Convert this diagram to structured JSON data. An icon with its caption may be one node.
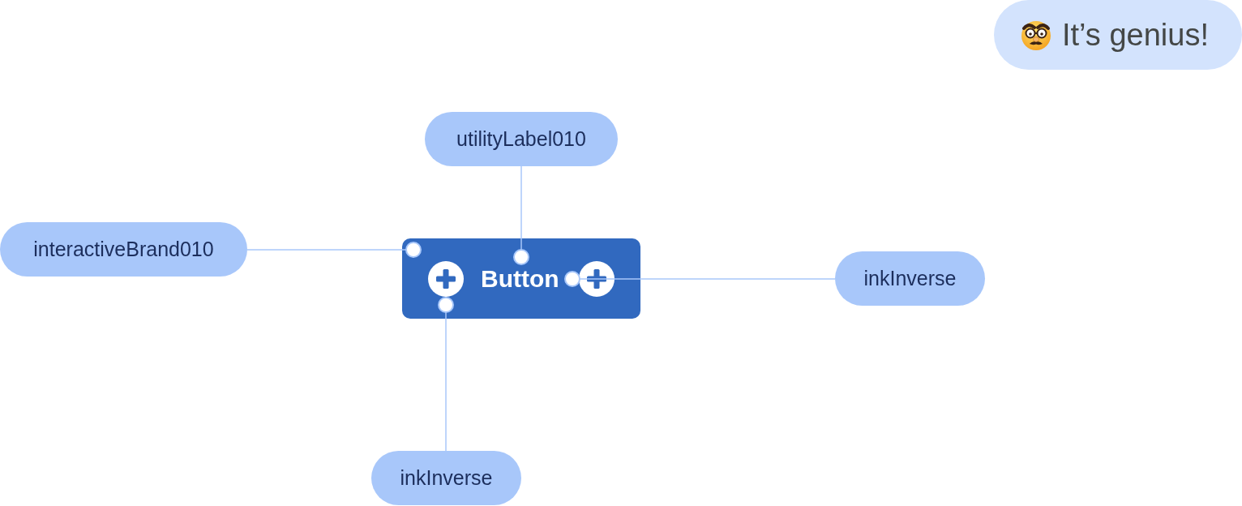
{
  "diagram": {
    "nodes": [
      {
        "text": [
          "It’s genius!"
        ]
      },
      {
        "text": [
          "utilityLabel010"
        ]
      },
      {
        "text": [
          "interactiveBrand010"
        ]
      },
      {
        "text": [
          "Button"
        ]
      },
      {
        "text": [],
        "shape": "circle",
        "in": 3
      },
      {
        "text": [],
        "shape": "circle",
        "in": 3
      },
      {
        "text": [
          "inkInverse"
        ]
      },
      {
        "text": [
          "inkInverse"
        ]
      }
    ],
    "edges": [
      {
        "from": 1,
        "to": 3,
        "arrow": "other"
      },
      {
        "from": 2,
        "to": 3,
        "arrow": "other"
      },
      {
        "from": 6,
        "to": 5,
        "arrow": "other"
      },
      {
        "from": 7,
        "to": 4,
        "arrow": "other"
      }
    ]
  }
}
